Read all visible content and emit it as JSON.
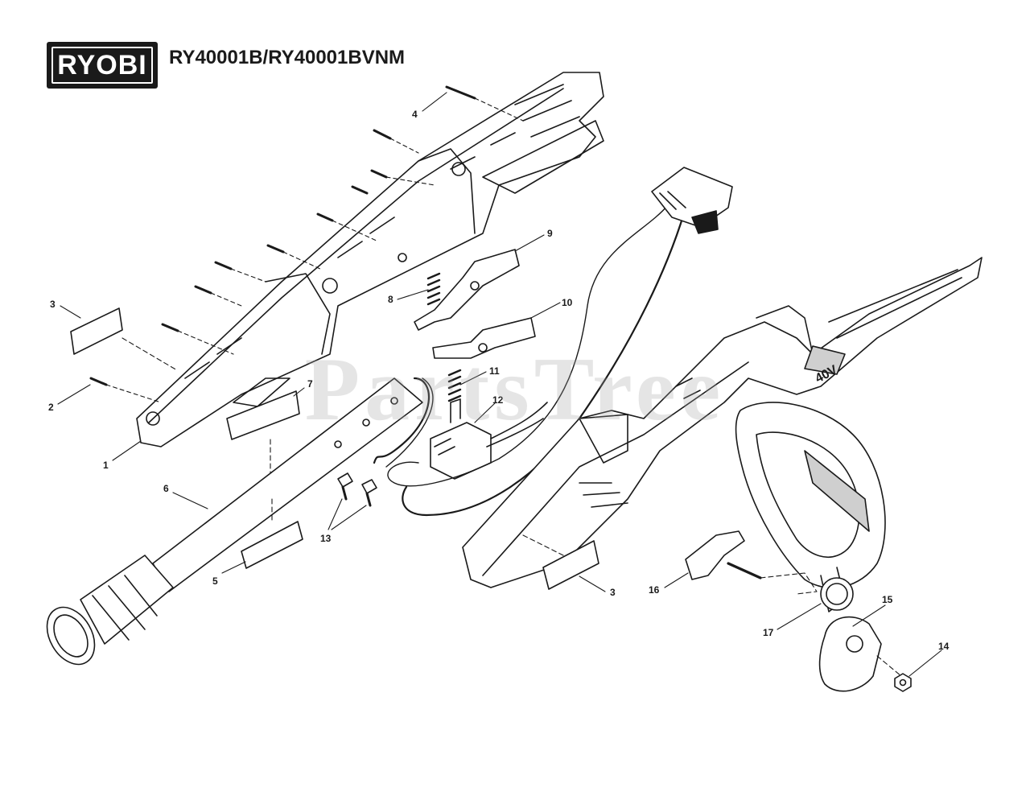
{
  "header": {
    "brand_logo_text": "RYOBI",
    "model_title": "RY40001B/RY40001BVNM"
  },
  "watermark": "PartsTree",
  "callouts": {
    "c1": "1",
    "c2": "2",
    "c3a": "3",
    "c3b": "3",
    "c4": "4",
    "c5": "5",
    "c6": "6",
    "c7": "7",
    "c8": "8",
    "c9": "9",
    "c10": "10",
    "c11": "11",
    "c12": "12",
    "c13": "13",
    "c14": "14",
    "c15": "15",
    "c16": "16",
    "c17": "17"
  },
  "handle_badge": "40V",
  "colors": {
    "ink": "#1a1a1a",
    "shade": "#cfcfcf",
    "watermark": "#a0a0a0"
  }
}
